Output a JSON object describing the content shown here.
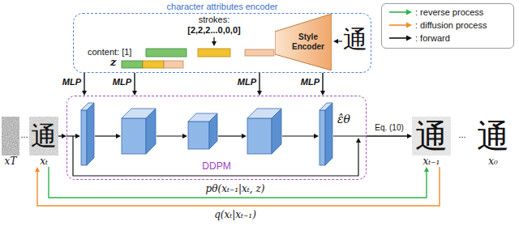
{
  "diagram": {
    "nodes": [
      {
        "text": [
          "character attributes encoder"
        ]
      },
      {
        "text": [
          "Style Encoder"
        ],
        "in": 0
      },
      {
        "text": [
          "DDPM"
        ]
      },
      {
        "text": [
          "xT"
        ]
      },
      {
        "text": [
          "xₜ"
        ]
      },
      {
        "text": [
          "xₜ₋₁"
        ]
      },
      {
        "text": [
          "x₀"
        ]
      }
    ],
    "edges": [
      {
        "from": 0,
        "to": 2,
        "label": "MLP",
        "arrow": "to"
      },
      {
        "from": 0,
        "to": 2,
        "label": "MLP",
        "arrow": "to"
      },
      {
        "from": 0,
        "to": 2,
        "label": "MLP",
        "arrow": "to"
      },
      {
        "from": 0,
        "to": 2,
        "label": "MLP",
        "arrow": "to"
      },
      {
        "from": 4,
        "to": 2,
        "arrow": "to"
      },
      {
        "from": 2,
        "to": 5,
        "label": "Eq. (10)",
        "arrow": "to"
      },
      {
        "from": 4,
        "to": 5,
        "label": "pθ(xₜ₋₁|xₜ, z)",
        "arrow": "to"
      },
      {
        "from": 5,
        "to": 4,
        "label": "q(xₜ|xₜ₋₁)",
        "arrow": "to"
      }
    ],
    "labels": [
      "strokes:",
      "[2,2,2...0,0,0]",
      "content: [1]",
      "z",
      "通",
      "...",
      "通",
      "通",
      "...",
      "通",
      "ε̂θ"
    ],
    "legend": [
      {
        "text": ": reverse process"
      },
      {
        "text": ": diffusion process"
      },
      {
        "text": ": forward"
      }
    ]
  }
}
